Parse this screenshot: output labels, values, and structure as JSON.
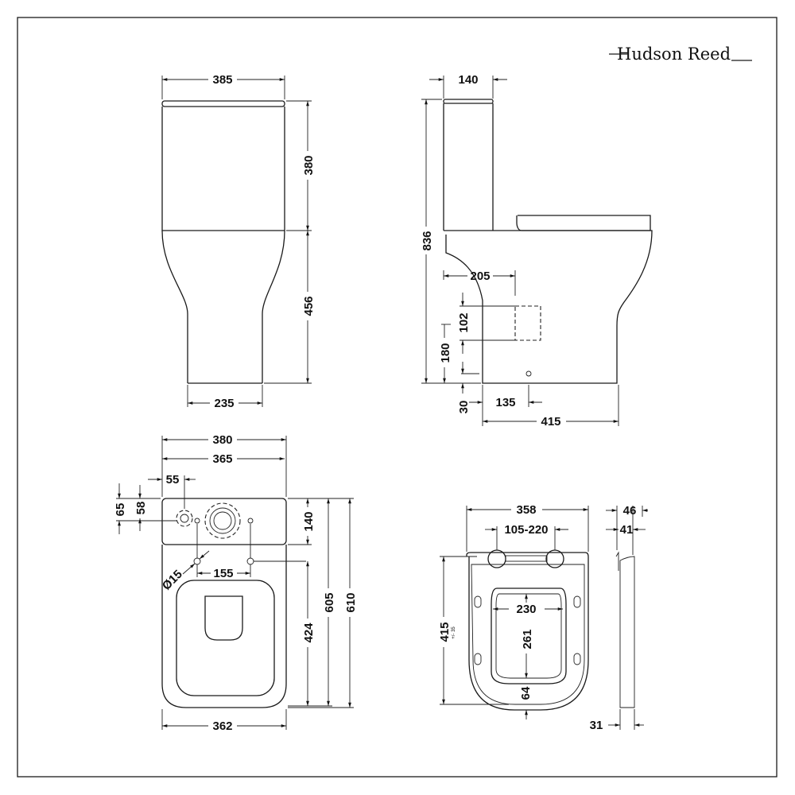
{
  "logo": {
    "text": "Hudson Reed"
  },
  "front_view": {
    "width_top": "385",
    "tank_height": "380",
    "pan_height": "456",
    "base_width": "235"
  },
  "side_view": {
    "tank_depth": "140",
    "total_height": "836",
    "waste_offset": "205",
    "waste_pipe": "102",
    "waste_height": "180",
    "fixing_height": "30",
    "fixing_offset": "135",
    "base_depth": "415"
  },
  "plan_view": {
    "overall_width": "380",
    "tank_width": "365",
    "hole_offset": "55",
    "hole_y1": "65",
    "hole_y2": "58",
    "tank_depth": "140",
    "hole_diameter": "Ø15",
    "fixing_spacing": "155",
    "bowl_length": "424",
    "length_605": "605",
    "length_610": "610",
    "base_width": "362"
  },
  "seat_view": {
    "width": "358",
    "hinge_spacing": "105-220",
    "opening_width": "230",
    "opening_length": "261",
    "front_rim": "64",
    "length": "415",
    "tolerance": "+/- 35",
    "thickness_46": "46",
    "thickness_41": "41",
    "thickness_31": "31"
  }
}
